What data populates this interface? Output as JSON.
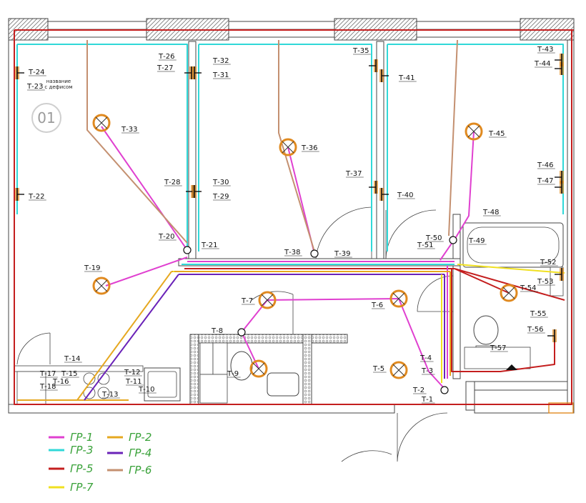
{
  "room": {
    "number": "01",
    "note_line1": "название",
    "note_line2": "с дефисом"
  },
  "colors": {
    "gr1": "#e040d0",
    "gr2": "#e6a820",
    "gr3": "#30d8d8",
    "gr4": "#6a22b8",
    "gr5": "#c41e1e",
    "gr6": "#c49070",
    "gr7": "#f0e020",
    "wall": "#555555",
    "lamp": "#e08a20"
  },
  "legend": [
    {
      "label": "ГР-1",
      "color": "#e040d0"
    },
    {
      "label": "ГР-2",
      "color": "#e6a820"
    },
    {
      "label": "ГР-3",
      "color": "#30d8d8"
    },
    {
      "label": "ГР-4",
      "color": "#6a22b8"
    },
    {
      "label": "ГР-5",
      "color": "#c41e1e"
    },
    {
      "label": "ГР-6",
      "color": "#c49070"
    },
    {
      "label": "ГР-7",
      "color": "#f0e020"
    }
  ],
  "tags": [
    "Т-1",
    "Т-2",
    "Т-3",
    "Т-4",
    "Т-5",
    "Т-6",
    "Т-7",
    "Т-8",
    "Т-9",
    "Т-10",
    "Т-11",
    "Т-12",
    "Т-13",
    "Т-14",
    "Т-15",
    "Т-16",
    "Т-17",
    "Т-18",
    "Т-19",
    "Т-20",
    "Т-21",
    "Т-22",
    "Т-23",
    "Т-24",
    "Т-26",
    "Т-27",
    "Т-28",
    "Т-29",
    "Т-30",
    "Т-31",
    "Т-32",
    "Т-33",
    "Т-35",
    "Т-36",
    "Т-37",
    "Т-38",
    "Т-39",
    "Т-40",
    "Т-41",
    "Т-43",
    "Т-44",
    "Т-45",
    "Т-46",
    "Т-47",
    "Т-48",
    "Т-49",
    "Т-50",
    "Т-51",
    "Т-52",
    "Т-53",
    "Т-54",
    "Т-55",
    "Т-56",
    "Т-57"
  ]
}
